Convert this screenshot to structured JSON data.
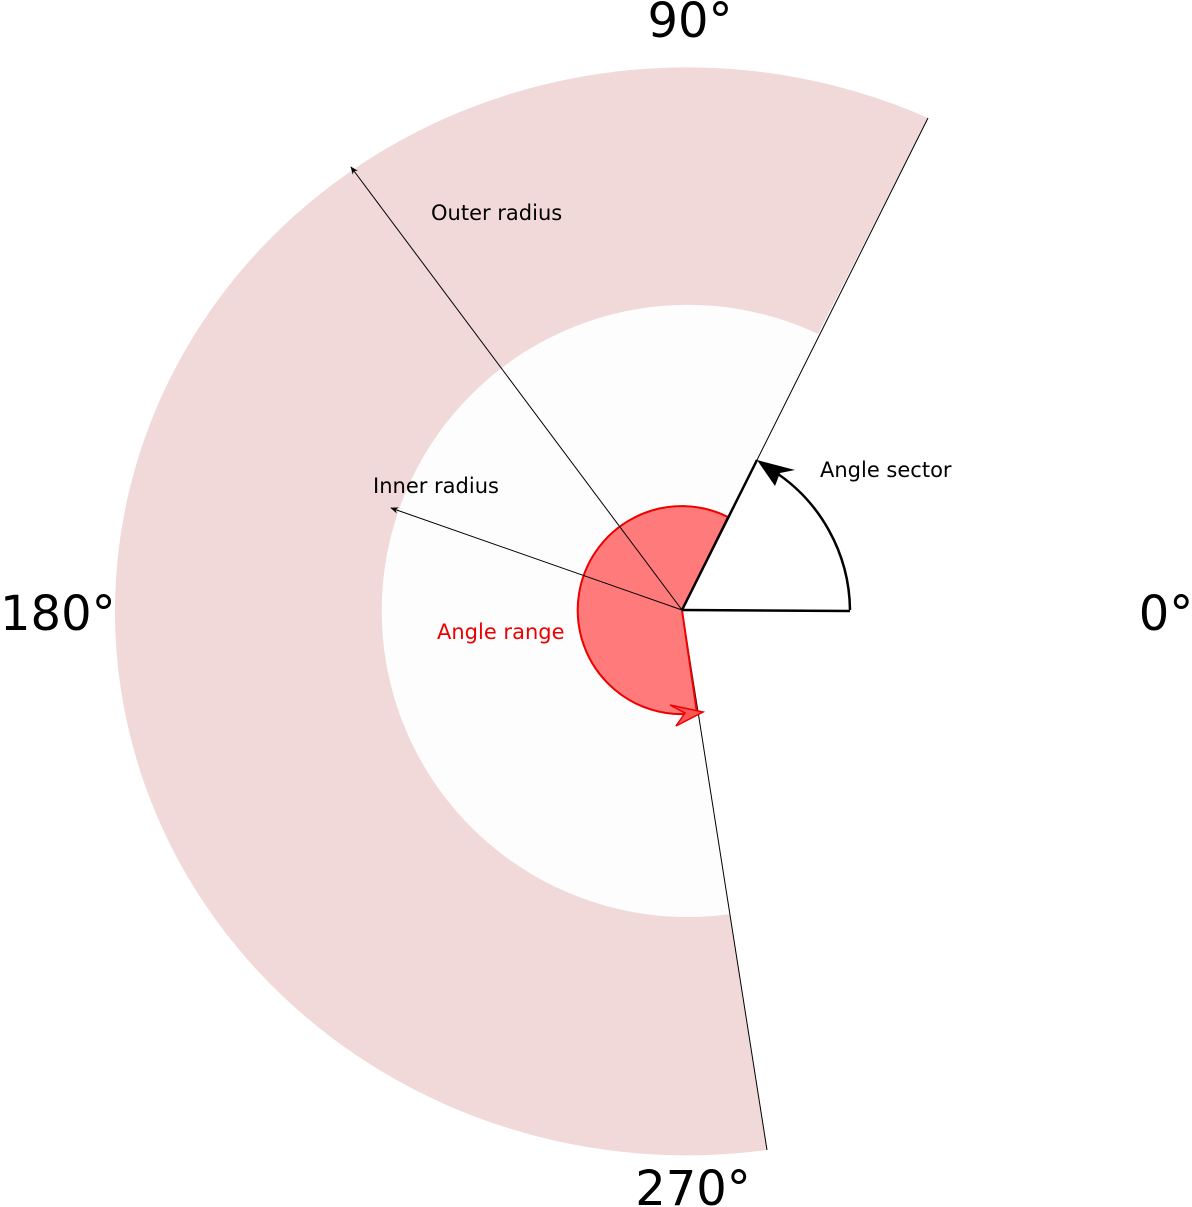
{
  "degree_labels": {
    "deg_90": "90°",
    "deg_0": "0°",
    "deg_180": "180°",
    "deg_270": "270°"
  },
  "annotations": {
    "outer_radius": "Outer radius",
    "inner_radius": "Inner radius",
    "angle_sector": "Angle sector",
    "angle_range": "Angle range"
  },
  "colors": {
    "ring_fill": "#f1d9d9",
    "inner_fill": "#fdfdfd",
    "range_fill": "#ff7a7a",
    "range_stroke": "#ee0000",
    "range_text": "#ee0000",
    "lines": "#000000"
  }
}
